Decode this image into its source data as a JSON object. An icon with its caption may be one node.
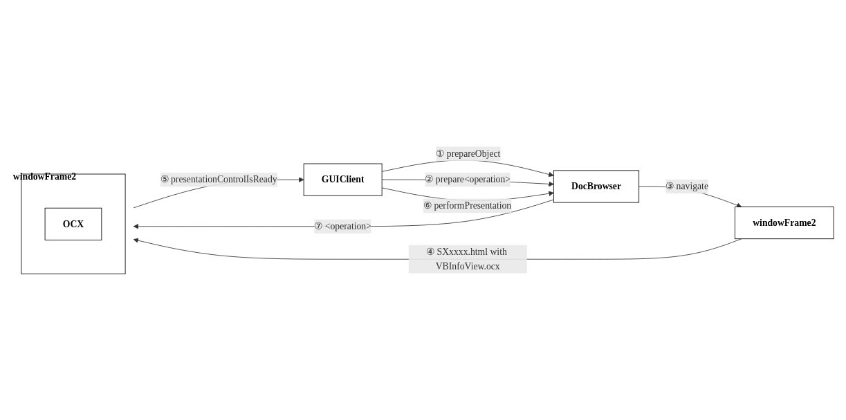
{
  "diagram": {
    "nodes": [
      {
        "text": [
          "GUIClient"
        ]
      },
      {
        "text": [
          "DocBrowser"
        ]
      },
      {
        "text": [
          "windowFrame2"
        ]
      },
      {
        "text": [
          "OCX"
        ],
        "in": 2
      },
      {
        "text": [
          "windowFrame2"
        ]
      }
    ],
    "edges": [
      {
        "from": 0,
        "to": 1,
        "arrow": "to",
        "label": "① prepareObject"
      },
      {
        "from": 0,
        "to": 1,
        "arrow": "to",
        "label": "② prepare<operation>"
      },
      {
        "from": 1,
        "to": 4,
        "arrow": "to",
        "label": "③ navigate"
      },
      {
        "from": 4,
        "to": 2,
        "arrow": "to",
        "label": "④ SXxxxx.html with VBInfoView.ocx"
      },
      {
        "from": 2,
        "to": 0,
        "arrow": "to",
        "label": "⑤ presentationControlIsReady"
      },
      {
        "from": 0,
        "to": 1,
        "arrow": "to",
        "label": "⑥ performPresentation"
      },
      {
        "from": 1,
        "to": 2,
        "arrow": "to",
        "label": "⑦ <operation>"
      }
    ]
  }
}
